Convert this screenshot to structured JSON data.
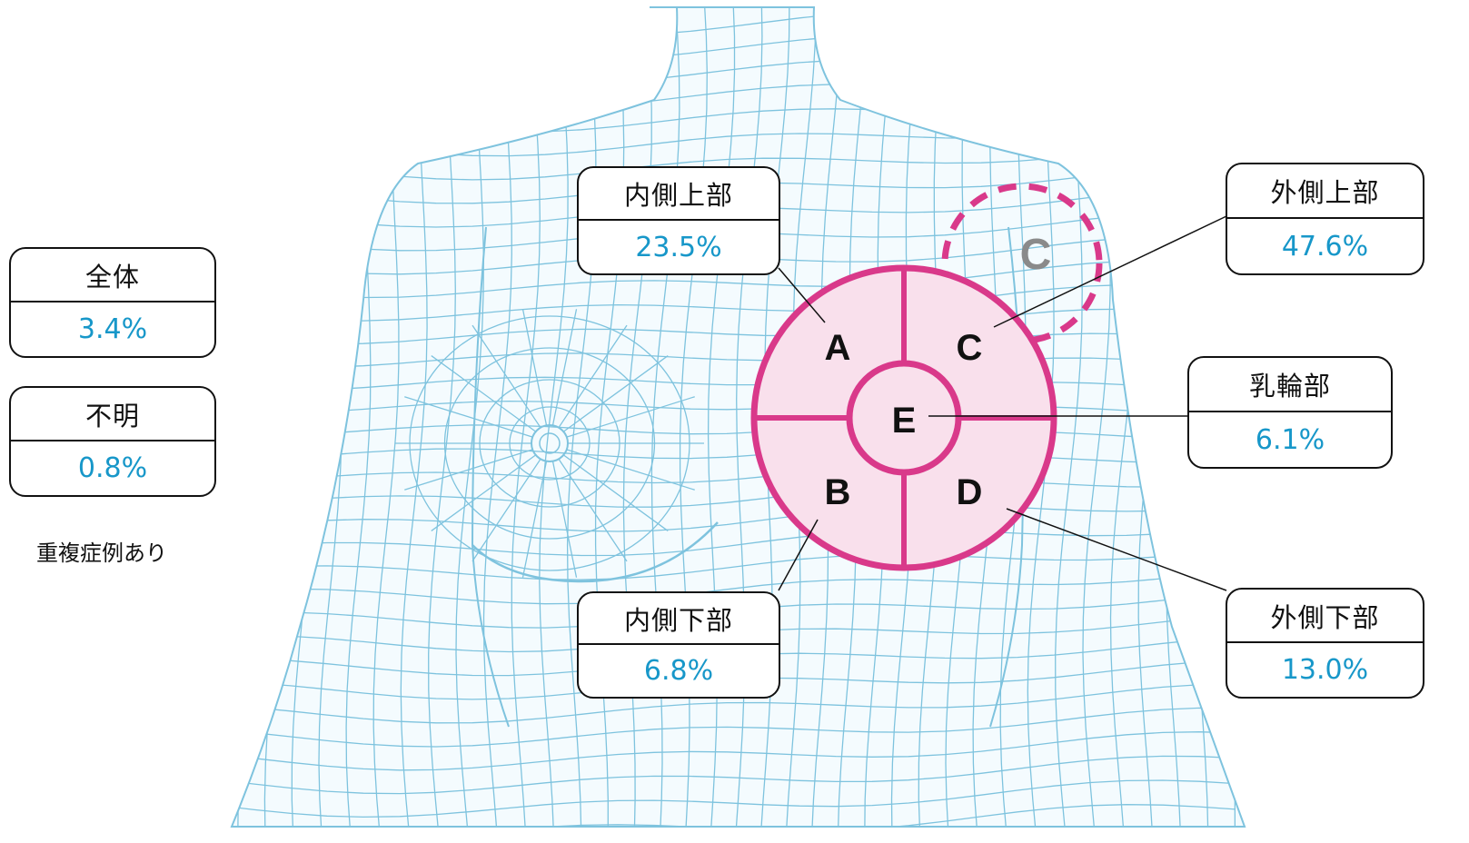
{
  "zones": [
    {
      "id": "inner_upper",
      "letter": "A",
      "label": "内側上部",
      "value": "23.5%"
    },
    {
      "id": "inner_lower",
      "letter": "B",
      "label": "内側下部",
      "value": "6.8%"
    },
    {
      "id": "outer_upper",
      "letter": "C",
      "label": "外側上部",
      "value": "47.6%"
    },
    {
      "id": "outer_lower",
      "letter": "D",
      "label": "外側下部",
      "value": "13.0%"
    },
    {
      "id": "areola",
      "letter": "E",
      "label": "乳輪部",
      "value": "6.1%"
    }
  ],
  "axillary_letter": "C",
  "legend": {
    "whole": {
      "label": "全体",
      "value": "3.4%"
    },
    "unknown": {
      "label": "不明",
      "value": "0.8%"
    },
    "note": "重複症例あり"
  },
  "colors": {
    "mesh": "#7ec3de",
    "zone_stroke": "#d9398a",
    "zone_fill": "#f9e0ec",
    "value_text": "#1797c9",
    "tail_letter": "#8a8a8a"
  }
}
